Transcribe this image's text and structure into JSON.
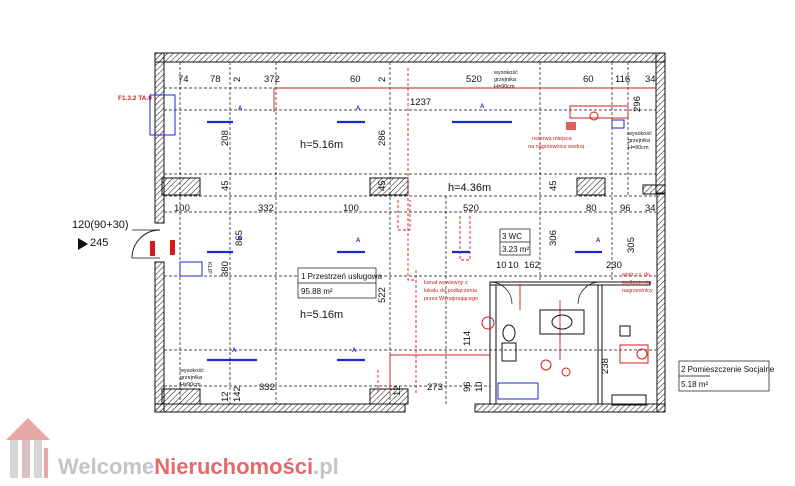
{
  "dimensions": {
    "top": [
      "74",
      "78",
      "2",
      "372",
      "2",
      "60",
      "520",
      "60",
      "116",
      "34"
    ],
    "middle": [
      "100",
      "332",
      "100",
      "520",
      "80",
      "96",
      "34"
    ],
    "bottom": [
      "12",
      "142",
      "332",
      "12",
      "273",
      "96",
      "10"
    ],
    "vertical": [
      "208",
      "286",
      "296",
      "45",
      "45",
      "45",
      "865",
      "380",
      "522",
      "306",
      "305",
      "114",
      "230",
      "238",
      "10",
      "162"
    ],
    "misc": [
      "1237",
      "120(90+30)",
      "245",
      "10"
    ]
  },
  "heights": {
    "upper_left": "h=5.16m",
    "center": "h=4.36m",
    "lower_left": "h=5.16m"
  },
  "rooms": {
    "main": {
      "name": "1  Przestrzeń usługowa",
      "area": "95.88 m²"
    },
    "wc": {
      "name": "3  WC",
      "area": "3.23 m²"
    },
    "social": {
      "name": "2  Pomieszczenie Socjalne",
      "area": "5.18 m²"
    }
  },
  "notes": {
    "tag": "F1.3.2 TA.0",
    "radiator_top": [
      "wysokość",
      "grzejnika",
      "H=90cm"
    ],
    "radiator_right": [
      "wysokość",
      "grzejnika",
      "H=90cm"
    ],
    "radiator_bottom": [
      "wysokość",
      "grzejnika",
      "H=90cm"
    ],
    "reserve": [
      "rezerwa miejsca",
      "na nagrzewnicę wodną"
    ],
    "duct": [
      "kanał wywiewny z",
      "lokalu do podłączenia",
      "przez Wynajmującego"
    ],
    "fan": [
      "wiatr c.t. do",
      "podłączenia",
      "nagrzewnicy"
    ],
    "klip": "KLIP"
  },
  "axis_marker": "A",
  "watermark": {
    "part1": "Welcome",
    "part2": "Nieruchomości",
    "part3": ".pl"
  },
  "colors": {
    "wall": "#111111",
    "plumbing": "#d21c1c",
    "light": "#1a2ad0",
    "watermark_gray": "#c4c4c4",
    "watermark_red": "#e26a6a"
  }
}
